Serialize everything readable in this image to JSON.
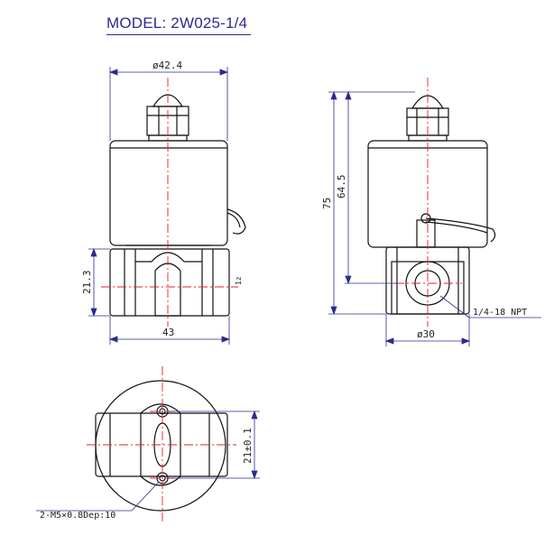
{
  "title": "MODEL: 2W025-1/4",
  "colors": {
    "outline": "#111111",
    "centerline": "#e0212b",
    "dimension": "#2b2b8c",
    "title": "#2b2b8c"
  },
  "dims": {
    "front_width_top": "ø42.4",
    "front_height_body": "21.3",
    "front_width_bottom": "43",
    "side_total_height": "75",
    "side_coil_height": "64.5",
    "side_width_bottom": "ø30",
    "port_thread": "1/4-18 NPT",
    "bottom_mount_spacing": "21±0.1",
    "mount_holes": "2-M5×0.8Dep:10",
    "small_mark": "1z"
  }
}
